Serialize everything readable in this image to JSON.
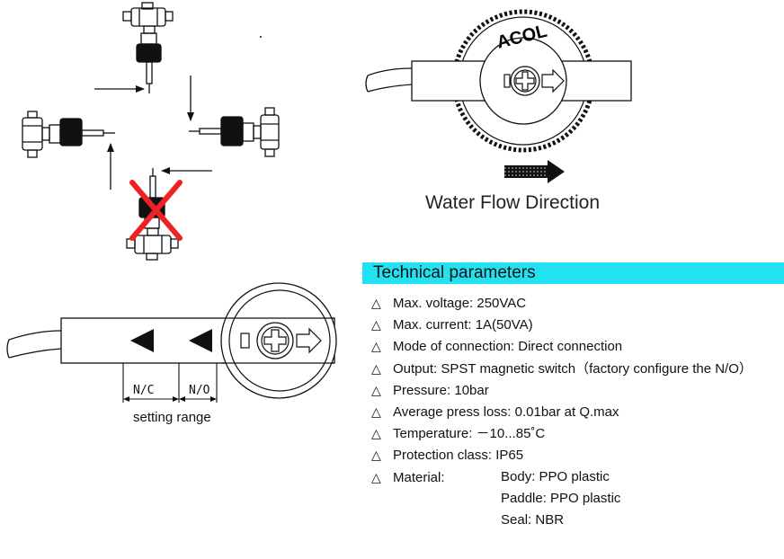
{
  "diagram": {
    "logo_text": "ACOL",
    "flow_caption": "Water Flow Direction",
    "setting_range": {
      "nc_label": "N/C",
      "no_label": "N/O",
      "caption": "setting range"
    }
  },
  "technical_parameters": {
    "title": "Technical parameters",
    "accent_color": "#22e1f1",
    "bullet_symbol": "△",
    "items": [
      {
        "text": "Max. voltage: 250VAC"
      },
      {
        "text": "Max. current: 1A(50VA)"
      },
      {
        "text": "Mode of connection: Direct connection"
      },
      {
        "text": "Output: SPST magnetic switch（factory configure the N/O）"
      },
      {
        "text": "Pressure: 10bar"
      },
      {
        "text": "Average press loss: 0.01bar at Q.max"
      },
      {
        "text": "Temperature: －10...85˚C"
      },
      {
        "text": "Protection class: IP65"
      }
    ],
    "material": {
      "label": "Material:",
      "lines": [
        "Body: PPO plastic",
        "Paddle: PPO plastic",
        "Seal: NBR"
      ]
    }
  }
}
